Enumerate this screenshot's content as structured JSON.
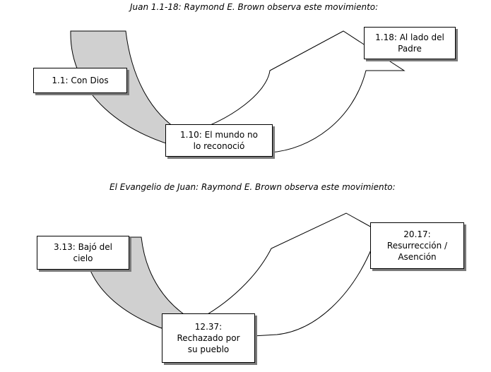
{
  "diagram1": {
    "caption": "Juan 1.1-18: Raymond E. Brown observa este movimiento:",
    "boxes": {
      "start": [
        "1.1: Con Dios"
      ],
      "bottom": [
        "1.10: El mundo no",
        "lo reconoció"
      ],
      "end": [
        "1.18: Al lado del",
        "Padre"
      ]
    }
  },
  "diagram2": {
    "caption": "El Evangelio de Juan: Raymond E. Brown observa este movimiento:",
    "boxes": {
      "start": [
        "3.13: Bajó del",
        "cielo"
      ],
      "bottom": [
        "12.37:",
        "Rechazado por",
        "su pueblo"
      ],
      "end": [
        "20.17:",
        "Resurrección /",
        "Asención"
      ]
    }
  },
  "colors": {
    "descent_fill": "#d0d0d0",
    "ascent_fill": "#ffffff",
    "stroke": "#000000",
    "shadow": "#7a7a7a"
  }
}
